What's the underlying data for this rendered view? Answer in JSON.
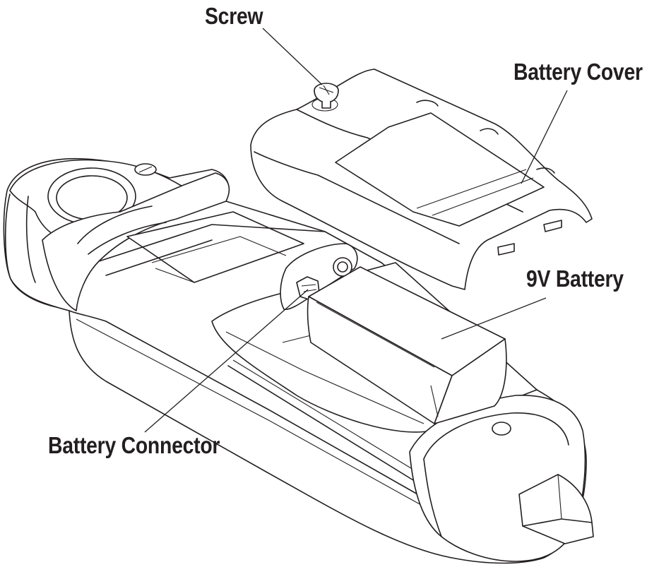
{
  "labels": {
    "screw": "Screw",
    "battery_cover": "Battery Cover",
    "battery": "9V Battery",
    "battery_connector": "Battery Connector"
  },
  "colors": {
    "line": "#231f20",
    "background": "#ffffff"
  }
}
